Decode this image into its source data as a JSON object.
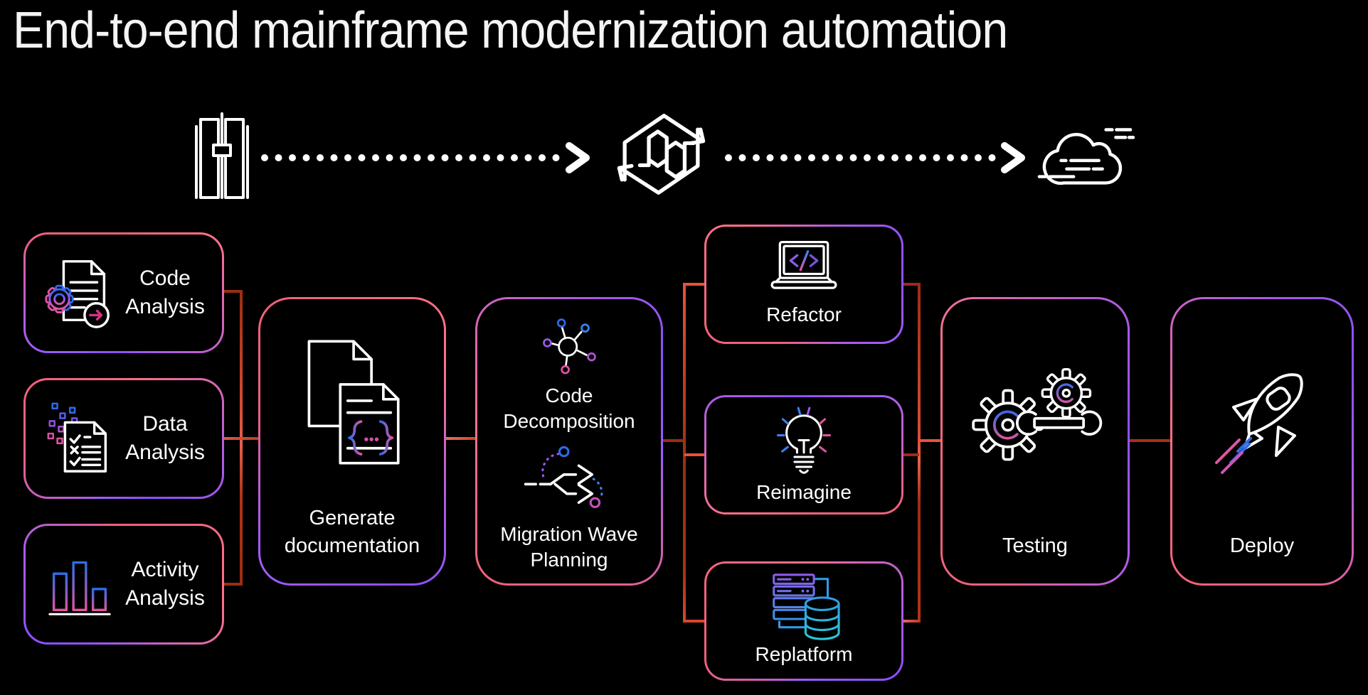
{
  "title": "End-to-end mainframe modernization automation",
  "colors": {
    "background": "#000000",
    "frame_pink": "#F2617A",
    "frame_purple": "#8C4FFF",
    "connector_dark": "#9C2D13",
    "connector_bright": "#E8523A",
    "text": "#FFFFFF",
    "icon_blue": "#2E6BE6",
    "icon_purple": "#9B59F0",
    "icon_pink": "#E0559F",
    "icon_cyan": "#29C8D8"
  },
  "flow_strip": {
    "source_icon": "mainframe-icon",
    "process_icon": "mainframe-modernization-icon",
    "target_icon": "cloud-speed-icon",
    "arrow_style": "dotted-arrow"
  },
  "nodes": {
    "code_analysis": {
      "label": "Code Analysis",
      "icon": "code-analysis-icon"
    },
    "data_analysis": {
      "label": "Data Analysis",
      "icon": "data-analysis-icon"
    },
    "activity_analysis": {
      "label": "Activity Analysis",
      "icon": "activity-analysis-icon"
    },
    "generate_documentation": {
      "label": "Generate documentation",
      "icon": "generate-documentation-icon"
    },
    "code_decomposition": {
      "label": "Code Decomposition",
      "icon": "code-decomposition-icon"
    },
    "migration_wave_planning": {
      "label": "Migration Wave Planning",
      "icon": "migration-wave-planning-icon"
    },
    "refactor": {
      "label": "Refactor",
      "icon": "refactor-icon"
    },
    "reimagine": {
      "label": "Reimagine",
      "icon": "reimagine-icon"
    },
    "replatform": {
      "label": "Replatform",
      "icon": "replatform-icon"
    },
    "testing": {
      "label": "Testing",
      "icon": "testing-icon"
    },
    "deploy": {
      "label": "Deploy",
      "icon": "deploy-icon"
    }
  }
}
